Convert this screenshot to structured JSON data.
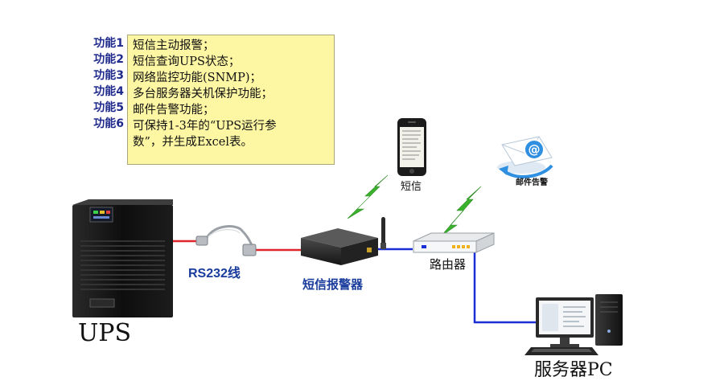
{
  "function_list": {
    "labels": [
      "功能1",
      "功能2",
      "功能3",
      "功能4",
      "功能5",
      "功能6"
    ],
    "lines": [
      "短信主动报警；",
      "短信查询UPS状态；",
      "网络监控功能(SNMP)；",
      "多台服务器关机保护功能；",
      "邮件告警功能；",
      "可保持1-3年的“UPS运行参",
      "数”，并生成Excel表。"
    ]
  },
  "devices": {
    "ups": "UPS",
    "rs232_cable": "RS232线",
    "sms_alarm": "短信报警器",
    "phone": "短信",
    "router": "路由器",
    "email": "邮件告警",
    "server": "服务器PC"
  },
  "colors": {
    "serial_line": "#e0262b",
    "network_line": "#1b2fd6",
    "wireless_bolt": "#3bb22e",
    "label_blue": "#1a3c9c",
    "function_box": "#fdf6a3"
  },
  "icons": {
    "ups": "ups-tower-icon",
    "cable": "serial-cable-icon",
    "alarm": "sms-alarm-device-icon",
    "antenna": "antenna-icon",
    "phone": "smartphone-icon",
    "router": "router-icon",
    "email": "email-at-icon",
    "server": "desktop-pc-icon",
    "wireless": "wireless-signal-icon"
  }
}
